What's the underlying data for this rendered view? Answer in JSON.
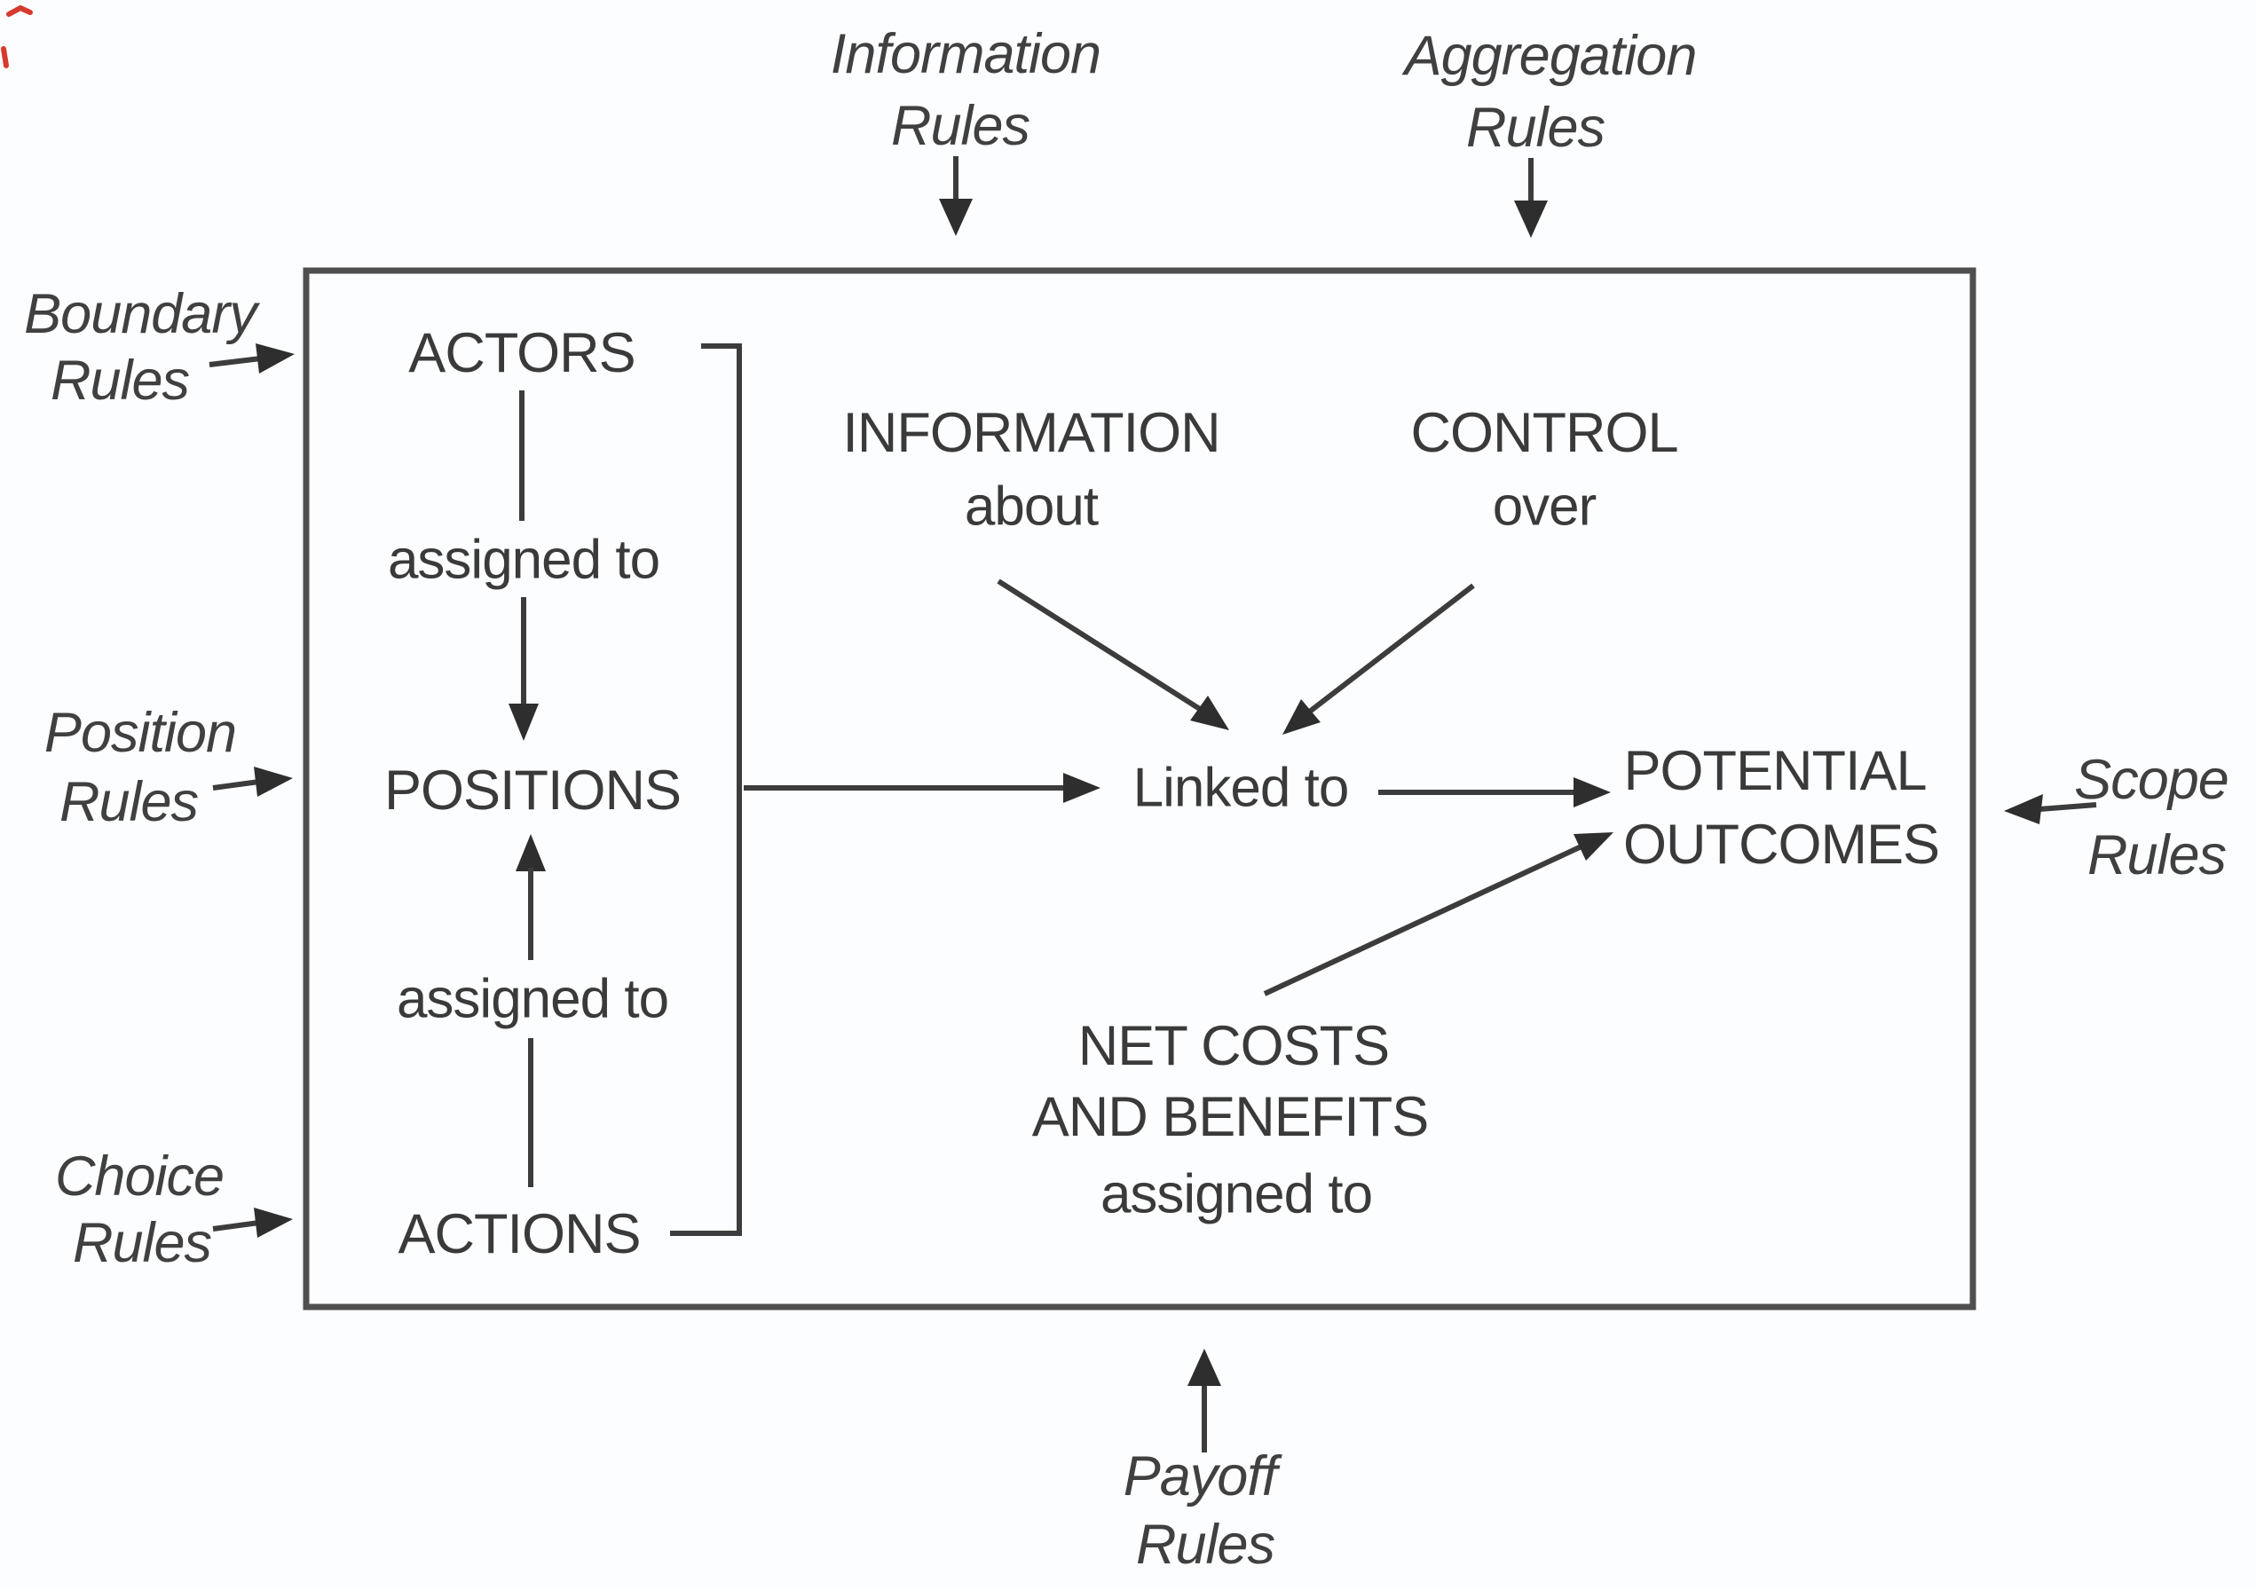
{
  "diagram": {
    "name": "IAD framework action situation diagram",
    "colors": {
      "background": "#fcfdfe",
      "text": "#3a3a3a",
      "line": "#3c3c3c",
      "box_border": "#4f4f4f",
      "stray_mark": "#d63a2e"
    }
  },
  "external_rules": {
    "information": {
      "line1": "Information",
      "line2": "Rules"
    },
    "aggregation": {
      "line1": "Aggregation",
      "line2": "Rules"
    },
    "boundary": {
      "line1": "Boundary",
      "line2": "Rules"
    },
    "position": {
      "line1": "Position",
      "line2": "Rules"
    },
    "choice": {
      "line1": "Choice",
      "line2": "Rules"
    },
    "scope": {
      "line1": "Scope",
      "line2": "Rules"
    },
    "payoff": {
      "line1": "Payoff",
      "line2": "Rules"
    }
  },
  "action_situation": {
    "actors": "ACTORS",
    "assigned_to_1": "assigned to",
    "positions": "POSITIONS",
    "assigned_to_2": "assigned to",
    "actions": "ACTIONS",
    "information_about": {
      "line1": "INFORMATION",
      "line2": "about"
    },
    "control_over": {
      "line1": "CONTROL",
      "line2": "over"
    },
    "linked_to": "Linked to",
    "potential_outcomes": {
      "line1": "POTENTIAL",
      "line2": "OUTCOMES"
    },
    "net_costs_benefits": {
      "line1": "NET COSTS",
      "line2": "AND BENEFITS",
      "line3": "assigned to"
    }
  }
}
